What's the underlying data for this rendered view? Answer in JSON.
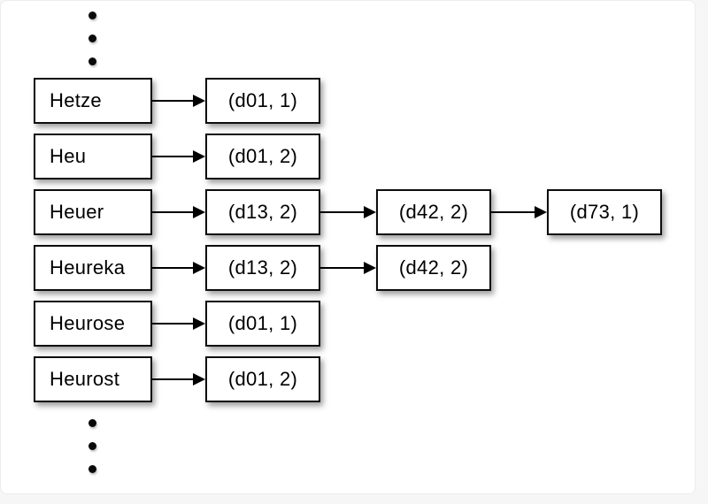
{
  "diagram": {
    "title": "inverted-index-posting-lists",
    "colors": {
      "box_fill": "#ffffff",
      "box_border": "#0d0d0d",
      "text": "#000000",
      "background": "#ffffff",
      "page_margin": "#f6f6f6"
    },
    "icons": {
      "ellipsis_top": "vertical-ellipsis-dots",
      "ellipsis_bottom": "vertical-ellipsis-dots",
      "arrow": "right-arrow"
    },
    "rows": [
      {
        "term": "Hetze",
        "postings": [
          "(d01, 1)"
        ]
      },
      {
        "term": "Heu",
        "postings": [
          "(d01, 2)"
        ]
      },
      {
        "term": "Heuer",
        "postings": [
          "(d13, 2)",
          "(d42, 2)",
          "(d73, 1)"
        ]
      },
      {
        "term": "Heureka",
        "postings": [
          "(d13, 2)",
          "(d42, 2)"
        ]
      },
      {
        "term": "Heurose",
        "postings": [
          "(d01, 1)"
        ]
      },
      {
        "term": "Heurost",
        "postings": [
          "(d01, 2)"
        ]
      }
    ]
  }
}
